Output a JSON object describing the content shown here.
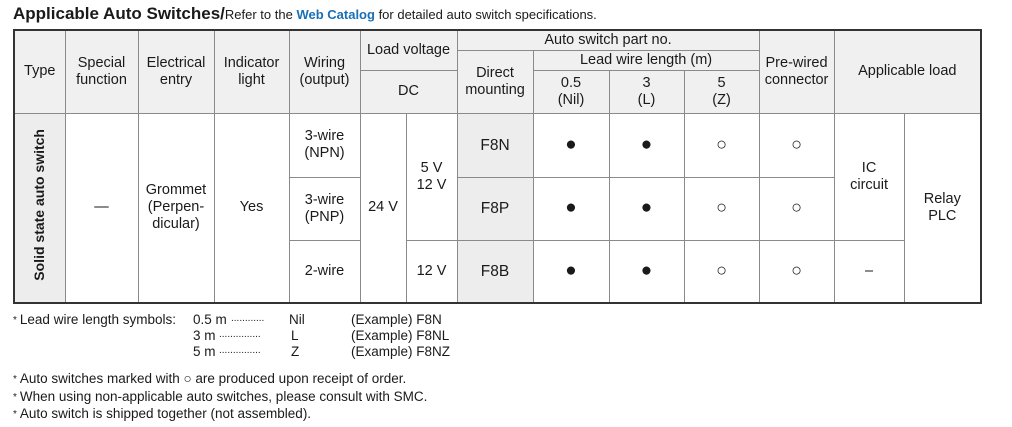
{
  "title": {
    "main": "Applicable Auto Switches/",
    "sub_before": "Refer to the ",
    "link": "Web Catalog",
    "sub_after": " for detailed auto switch specifications."
  },
  "headers": {
    "type": "Type",
    "special_function": "Special function",
    "electrical_entry": "Electrical entry",
    "indicator_light": "Indicator light",
    "wiring": "Wiring (output)",
    "load_voltage": "Load voltage",
    "dc": "DC",
    "part_no": "Auto switch part no.",
    "direct_mounting": "Direct mounting",
    "lead_wire_length": "Lead wire length (m)",
    "len_05": "0.5",
    "len_05_sym": "(Nil)",
    "len_3": "3",
    "len_3_sym": "(L)",
    "len_5": "5",
    "len_5_sym": "(Z)",
    "prewired": "Pre-wired connector",
    "applicable_load": "Applicable load"
  },
  "body": {
    "type": "Solid state auto switch",
    "special_function": "—",
    "entry_1": "Grommet",
    "entry_2": "(Perpen-",
    "entry_3": "dicular)",
    "indicator": "Yes",
    "dc_voltage": "24 V",
    "v_5": "5 V",
    "v_12": "12 V",
    "ic_1": "IC",
    "ic_2": "circuit",
    "relay_1": "Relay",
    "relay_2": "PLC",
    "load_dash": "–",
    "filled": "●",
    "open": "○",
    "rows": [
      {
        "wiring_1": "3-wire",
        "wiring_2": "(NPN)",
        "model": "F8N"
      },
      {
        "wiring_1": "3-wire",
        "wiring_2": "(PNP)",
        "model": "F8P"
      },
      {
        "wiring_1": "2-wire",
        "wiring_2": "",
        "model": "F8B",
        "voltage": "12 V"
      }
    ]
  },
  "notes": {
    "asterisk": "*",
    "symbols_label": "Lead wire length symbols:",
    "symbols": [
      {
        "len": "0.5 m",
        "dots": "............",
        "sym": "Nil",
        "example": "(Example) F8N"
      },
      {
        "len": "3 m",
        "dots": "...............",
        "sym": "L",
        "example": "(Example) F8NL"
      },
      {
        "len": "5 m",
        "dots": "...............",
        "sym": "Z",
        "example": "(Example) F8NZ"
      }
    ],
    "foot": [
      "Auto switches marked with ○ are produced upon receipt of order.",
      "When using non-applicable auto switches, please consult with SMC.",
      "Auto switch is shipped together (not assembled)."
    ]
  }
}
